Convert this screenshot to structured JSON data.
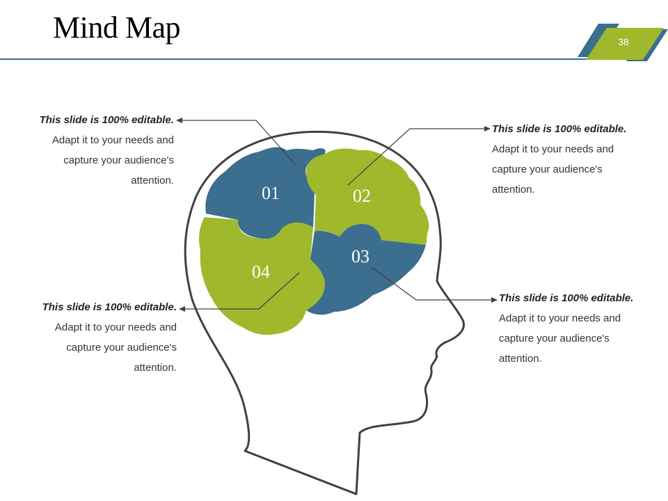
{
  "slide": {
    "title": "Mind Map",
    "page_number": "38"
  },
  "colors": {
    "blue": "#3b6e8f",
    "green": "#9fb82c",
    "outline": "#404040",
    "rule": "#3c6e8f"
  },
  "puzzle_pieces": [
    {
      "number": "01",
      "color": "blue"
    },
    {
      "number": "02",
      "color": "green"
    },
    {
      "number": "03",
      "color": "blue"
    },
    {
      "number": "04",
      "color": "green"
    }
  ],
  "callouts": [
    {
      "id": "01",
      "lead": "This slide is 100% editable.",
      "body_lines": [
        "Adapt it to your needs and",
        "capture your audience's",
        "attention."
      ]
    },
    {
      "id": "02",
      "lead": "This slide is 100% editable.",
      "body_lines": [
        "Adapt it to your needs and",
        "capture your audience's",
        "attention."
      ]
    },
    {
      "id": "03",
      "lead": "This slide is 100% editable.",
      "body_lines": [
        "Adapt it to your needs and",
        "capture your audience's",
        "attention."
      ]
    },
    {
      "id": "04",
      "lead": "This slide is 100% editable.",
      "body_lines": [
        "Adapt it to your needs and",
        "capture your audience's",
        "attention."
      ]
    }
  ]
}
